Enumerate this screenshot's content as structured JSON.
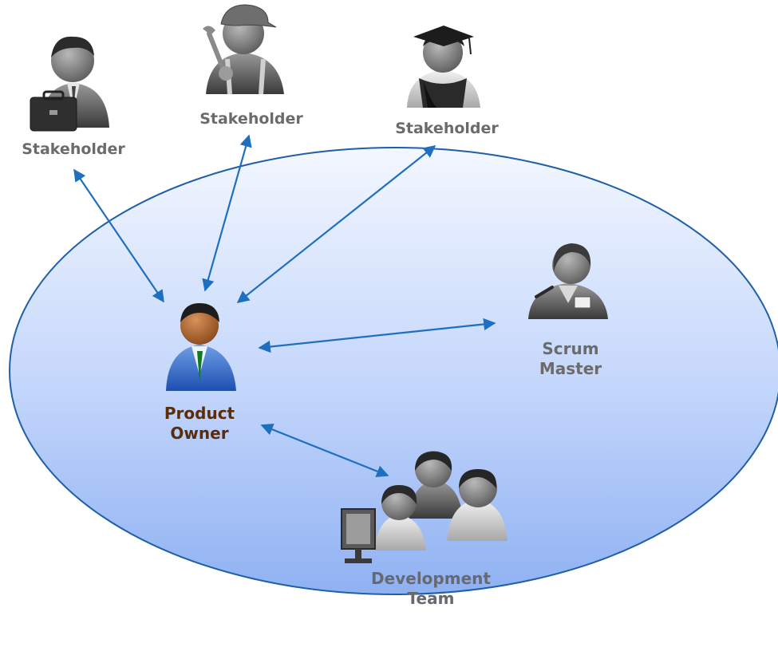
{
  "diagram": {
    "stakeholder_left": "Stakeholder",
    "stakeholder_middle": "Stakeholder",
    "stakeholder_right": "Stakeholder",
    "product_owner_line1": "Product",
    "product_owner_line2": "Owner",
    "scrum_master_line1": "Scrum",
    "scrum_master_line2": "Master",
    "dev_team_line1": "Development",
    "dev_team_line2": "Team"
  },
  "colors": {
    "arrow": "#1f6fc0",
    "ellipse_stroke": "#1f5fa8",
    "ellipse_fill_top": "#f3f7ff",
    "ellipse_fill_bottom": "#8fb1f2",
    "product_owner_label": "#5a2d0c"
  },
  "icons": [
    "briefcase-person-icon",
    "mechanic-person-icon",
    "graduate-person-icon",
    "product-owner-icon",
    "scrum-master-icon",
    "development-team-icon"
  ]
}
